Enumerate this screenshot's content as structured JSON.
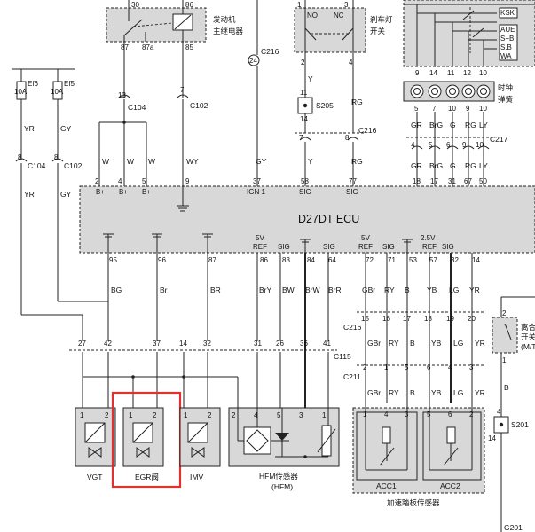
{
  "ecu": {
    "name": "D27DT ECU",
    "ign_label": "IGN 1",
    "b_plus": "B+",
    "sig": "SIG",
    "ref": "REF",
    "v5": "5V",
    "v25": "2.5V"
  },
  "relay": {
    "label_l1": "发动机",
    "label_l2": "主继电器",
    "pins": [
      "30",
      "86",
      "87",
      "87a",
      "85"
    ]
  },
  "brake_switch": {
    "label_l1": "刹车灯",
    "label_l2": "开关",
    "no": "NO",
    "nc": "NC",
    "pin_a": "1",
    "pin_b": "3",
    "pin_c": "2",
    "pin_d": "4"
  },
  "fuses": [
    {
      "name": "Ef6",
      "rating": "10A"
    },
    {
      "name": "Ef5",
      "rating": "10A"
    }
  ],
  "connectors": {
    "c216": "C216",
    "c104": "C104",
    "c102": "C102",
    "c217": "C217",
    "c115": "C115",
    "c211": "C211",
    "s205": "S205",
    "s201": "S201",
    "g201": "G201"
  },
  "clock_spring": {
    "label_l1": "时钟",
    "label_l2": "弹簧"
  },
  "ignition_switch": {
    "ksk": "KSK",
    "aue": "AUE",
    "sb_plus": "S+B",
    "sb": "S.B",
    "wa": "WA"
  },
  "clutch_switch": {
    "label_l1": "离合",
    "label_l2": "开关",
    "label_l3": "(M/T"
  },
  "sensors": {
    "vgt": "VGT",
    "egr": "EGR阀",
    "imv": "IMV",
    "hfm_l1": "HFM传感器",
    "hfm_l2": "(HFM)",
    "acc1": "ACC1",
    "acc2": "ACC2",
    "pedal": "加速踏板传感器"
  },
  "wires": {
    "yr": "YR",
    "gy": "GY",
    "w": "W",
    "wy": "WY",
    "y": "Y",
    "rg": "RG",
    "gr": "GR",
    "brg": "BrG",
    "g": "G",
    "ly": "LY",
    "bg": "BG",
    "br": "Br",
    "brl": "BR",
    "bry": "BrY",
    "bw": "BW",
    "brw": "BrW",
    "brr": "BrR",
    "gbr": "GBr",
    "ry": "RY",
    "yb": "YB",
    "lg": "LG",
    "b": "B"
  },
  "highlight_color": "#e03030"
}
